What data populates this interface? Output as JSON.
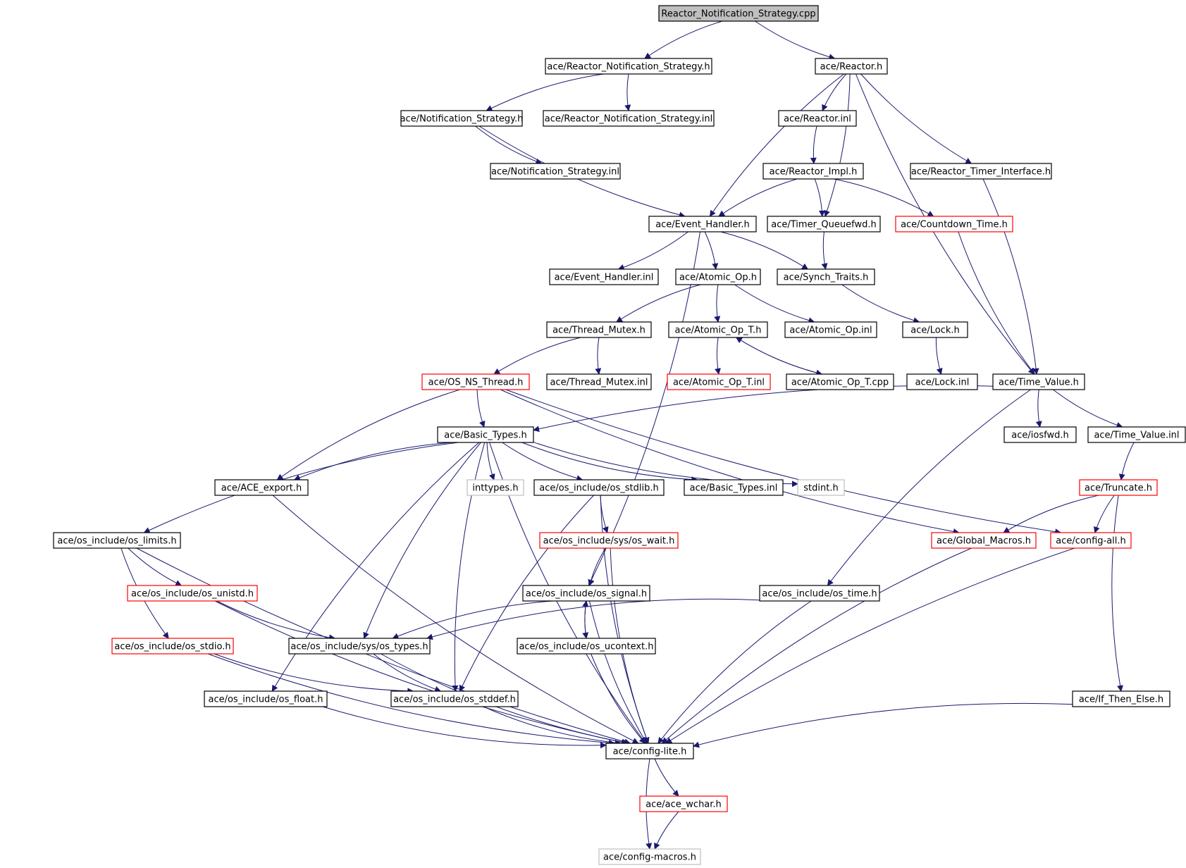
{
  "diagram": {
    "colors": {
      "edge": "#191970",
      "normal_border": "#000000",
      "truncated_border": "#ff0000",
      "missing_border": "#bfbfbf",
      "root_fill": "#bfbfbf",
      "fill": "#ffffff"
    },
    "nodes": [
      {
        "id": "n0",
        "label": "Reactor_Notification_Strategy.cpp",
        "style": "root"
      },
      {
        "id": "n1",
        "label": "ace/Reactor_Notification_Strategy.h",
        "style": "normal"
      },
      {
        "id": "n2",
        "label": "ace/Reactor.h",
        "style": "normal"
      },
      {
        "id": "n3",
        "label": "ace/Notification_Strategy.h",
        "style": "normal"
      },
      {
        "id": "n4",
        "label": "ace/Reactor_Notification_Strategy.inl",
        "style": "normal"
      },
      {
        "id": "n5",
        "label": "ace/Reactor.inl",
        "style": "normal"
      },
      {
        "id": "n6",
        "label": "ace/Notification_Strategy.inl",
        "style": "normal"
      },
      {
        "id": "n7",
        "label": "ace/Reactor_Impl.h",
        "style": "normal"
      },
      {
        "id": "n8",
        "label": "ace/Reactor_Timer_Interface.h",
        "style": "normal"
      },
      {
        "id": "n9",
        "label": "ace/Event_Handler.h",
        "style": "normal"
      },
      {
        "id": "n10",
        "label": "ace/Timer_Queuefwd.h",
        "style": "normal"
      },
      {
        "id": "n11",
        "label": "ace/Countdown_Time.h",
        "style": "truncated"
      },
      {
        "id": "n12",
        "label": "ace/Event_Handler.inl",
        "style": "normal"
      },
      {
        "id": "n13",
        "label": "ace/Atomic_Op.h",
        "style": "normal"
      },
      {
        "id": "n14",
        "label": "ace/Synch_Traits.h",
        "style": "normal"
      },
      {
        "id": "n15",
        "label": "ace/Thread_Mutex.h",
        "style": "normal"
      },
      {
        "id": "n16",
        "label": "ace/Atomic_Op_T.h",
        "style": "normal"
      },
      {
        "id": "n17",
        "label": "ace/Atomic_Op.inl",
        "style": "normal"
      },
      {
        "id": "n18",
        "label": "ace/Lock.h",
        "style": "normal"
      },
      {
        "id": "n19",
        "label": "ace/OS_NS_Thread.h",
        "style": "truncated"
      },
      {
        "id": "n20",
        "label": "ace/Thread_Mutex.inl",
        "style": "normal"
      },
      {
        "id": "n21",
        "label": "ace/Atomic_Op_T.inl",
        "style": "truncated"
      },
      {
        "id": "n22",
        "label": "ace/Atomic_Op_T.cpp",
        "style": "normal"
      },
      {
        "id": "n23",
        "label": "ace/Lock.inl",
        "style": "normal"
      },
      {
        "id": "n24",
        "label": "ace/Time_Value.h",
        "style": "normal"
      },
      {
        "id": "n25",
        "label": "ace/Basic_Types.h",
        "style": "normal"
      },
      {
        "id": "n26",
        "label": "ace/iosfwd.h",
        "style": "normal"
      },
      {
        "id": "n27",
        "label": "ace/Time_Value.inl",
        "style": "normal"
      },
      {
        "id": "n28",
        "label": "ace/ACE_export.h",
        "style": "normal"
      },
      {
        "id": "n29",
        "label": "inttypes.h",
        "style": "missing"
      },
      {
        "id": "n30",
        "label": "ace/os_include/os_stdlib.h",
        "style": "normal"
      },
      {
        "id": "n31",
        "label": "ace/Basic_Types.inl",
        "style": "normal"
      },
      {
        "id": "n32",
        "label": "stdint.h",
        "style": "missing"
      },
      {
        "id": "n33",
        "label": "ace/Truncate.h",
        "style": "truncated"
      },
      {
        "id": "n34",
        "label": "ace/os_include/os_limits.h",
        "style": "normal"
      },
      {
        "id": "n35",
        "label": "ace/os_include/sys/os_wait.h",
        "style": "truncated"
      },
      {
        "id": "n36",
        "label": "ace/Global_Macros.h",
        "style": "truncated"
      },
      {
        "id": "n37",
        "label": "ace/config-all.h",
        "style": "truncated"
      },
      {
        "id": "n38",
        "label": "ace/os_include/os_unistd.h",
        "style": "truncated"
      },
      {
        "id": "n39",
        "label": "ace/os_include/os_signal.h",
        "style": "normal"
      },
      {
        "id": "n40",
        "label": "ace/os_include/os_time.h",
        "style": "normal"
      },
      {
        "id": "n41",
        "label": "ace/os_include/os_stdio.h",
        "style": "truncated"
      },
      {
        "id": "n42",
        "label": "ace/os_include/sys/os_types.h",
        "style": "normal"
      },
      {
        "id": "n43",
        "label": "ace/os_include/os_ucontext.h",
        "style": "normal"
      },
      {
        "id": "n44",
        "label": "ace/os_include/os_float.h",
        "style": "normal"
      },
      {
        "id": "n45",
        "label": "ace/os_include/os_stddef.h",
        "style": "normal"
      },
      {
        "id": "n46",
        "label": "ace/If_Then_Else.h",
        "style": "normal"
      },
      {
        "id": "n47",
        "label": "ace/config-lite.h",
        "style": "normal"
      },
      {
        "id": "n48",
        "label": "ace/ace_wchar.h",
        "style": "truncated"
      },
      {
        "id": "n49",
        "label": "ace/config-macros.h",
        "style": "missing"
      }
    ],
    "edges": [
      [
        "n0",
        "n1"
      ],
      [
        "n0",
        "n2"
      ],
      [
        "n1",
        "n3"
      ],
      [
        "n1",
        "n4"
      ],
      [
        "n2",
        "n5"
      ],
      [
        "n2",
        "n9"
      ],
      [
        "n2",
        "n10"
      ],
      [
        "n2",
        "n8"
      ],
      [
        "n2",
        "n24"
      ],
      [
        "n3",
        "n6"
      ],
      [
        "n3",
        "n9"
      ],
      [
        "n5",
        "n7"
      ],
      [
        "n7",
        "n9"
      ],
      [
        "n7",
        "n10"
      ],
      [
        "n7",
        "n11"
      ],
      [
        "n8",
        "n24"
      ],
      [
        "n9",
        "n12"
      ],
      [
        "n9",
        "n13"
      ],
      [
        "n9",
        "n14"
      ],
      [
        "n9",
        "n39"
      ],
      [
        "n10",
        "n14"
      ],
      [
        "n11",
        "n24"
      ],
      [
        "n13",
        "n15"
      ],
      [
        "n13",
        "n16"
      ],
      [
        "n13",
        "n17"
      ],
      [
        "n14",
        "n18"
      ],
      [
        "n15",
        "n19"
      ],
      [
        "n15",
        "n20"
      ],
      [
        "n16",
        "n21"
      ],
      [
        "n16",
        "n22"
      ],
      [
        "n22",
        "n16"
      ],
      [
        "n18",
        "n23"
      ],
      [
        "n19",
        "n25"
      ],
      [
        "n19",
        "n28"
      ],
      [
        "n19",
        "n36"
      ],
      [
        "n19",
        "n37"
      ],
      [
        "n24",
        "n25"
      ],
      [
        "n24",
        "n26"
      ],
      [
        "n24",
        "n27"
      ],
      [
        "n24",
        "n40"
      ],
      [
        "n25",
        "n28"
      ],
      [
        "n25",
        "n29"
      ],
      [
        "n25",
        "n30"
      ],
      [
        "n25",
        "n31"
      ],
      [
        "n25",
        "n32"
      ],
      [
        "n25",
        "n34"
      ],
      [
        "n25",
        "n42"
      ],
      [
        "n25",
        "n44"
      ],
      [
        "n25",
        "n45"
      ],
      [
        "n25",
        "n47"
      ],
      [
        "n27",
        "n33"
      ],
      [
        "n28",
        "n47"
      ],
      [
        "n30",
        "n35"
      ],
      [
        "n30",
        "n45"
      ],
      [
        "n30",
        "n47"
      ],
      [
        "n33",
        "n36"
      ],
      [
        "n33",
        "n37"
      ],
      [
        "n33",
        "n46"
      ],
      [
        "n34",
        "n38"
      ],
      [
        "n34",
        "n41"
      ],
      [
        "n34",
        "n47"
      ],
      [
        "n35",
        "n39"
      ],
      [
        "n35",
        "n47"
      ],
      [
        "n36",
        "n47"
      ],
      [
        "n37",
        "n47"
      ],
      [
        "n38",
        "n42"
      ],
      [
        "n38",
        "n47"
      ],
      [
        "n39",
        "n42"
      ],
      [
        "n39",
        "n43"
      ],
      [
        "n39",
        "n47"
      ],
      [
        "n40",
        "n42"
      ],
      [
        "n40",
        "n47"
      ],
      [
        "n41",
        "n45"
      ],
      [
        "n41",
        "n47"
      ],
      [
        "n42",
        "n45"
      ],
      [
        "n42",
        "n47"
      ],
      [
        "n43",
        "n39"
      ],
      [
        "n43",
        "n47"
      ],
      [
        "n44",
        "n47"
      ],
      [
        "n45",
        "n47"
      ],
      [
        "n46",
        "n47"
      ],
      [
        "n47",
        "n48"
      ],
      [
        "n47",
        "n49"
      ],
      [
        "n48",
        "n49"
      ]
    ]
  }
}
